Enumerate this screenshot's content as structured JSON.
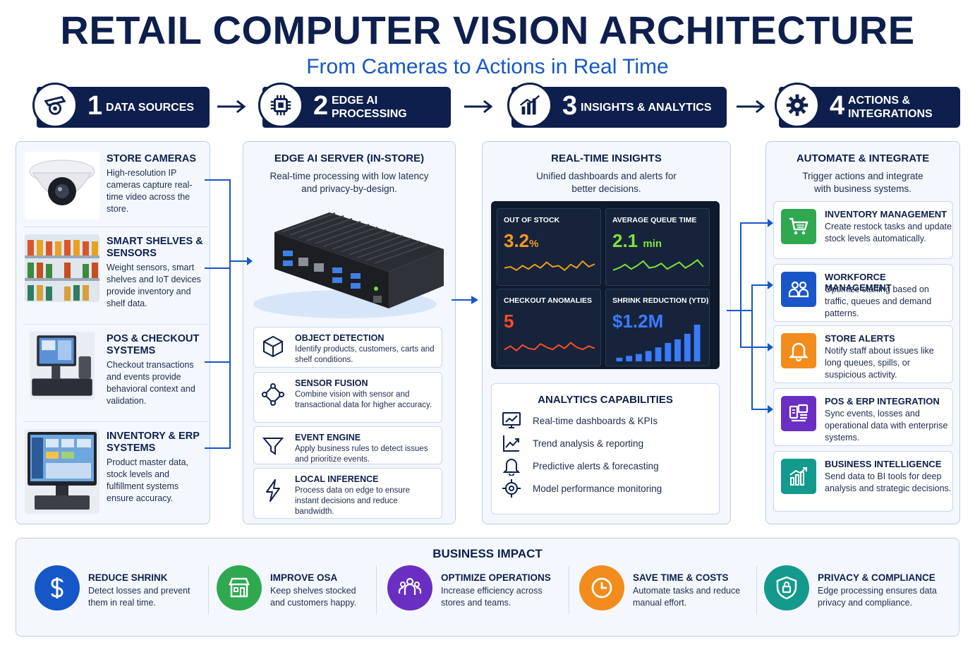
{
  "header": {
    "title": "RETAIL COMPUTER VISION ARCHITECTURE",
    "subtitle": "From Cameras to Actions in Real Time"
  },
  "steps": [
    {
      "num": "1",
      "label": "DATA SOURCES",
      "icon": "camera-icon"
    },
    {
      "num": "2",
      "label": "EDGE AI PROCESSING",
      "icon": "chip-icon"
    },
    {
      "num": "3",
      "label": "INSIGHTS & ANALYTICS",
      "icon": "bar-chart-icon"
    },
    {
      "num": "4",
      "label": "ACTIONS & INTEGRATIONS",
      "icon": "gear-icon"
    }
  ],
  "sources": [
    {
      "title": "STORE CAMERAS",
      "desc": "High-resolution IP cameras capture real-time video across the store.",
      "image": "security-camera-photo"
    },
    {
      "title": "SMART SHELVES & SENSORS",
      "desc": "Weight sensors, smart shelves and IoT devices provide inventory and shelf data.",
      "image": "store-shelves-photo"
    },
    {
      "title": "POS & CHECKOUT SYSTEMS",
      "desc": "Checkout transactions and events provide behavioral context and validation.",
      "image": "pos-terminal-photo"
    },
    {
      "title": "INVENTORY & ERP SYSTEMS",
      "desc": "Product master data, stock levels and fulfillment systems ensure accuracy.",
      "image": "erp-monitor-photo"
    }
  ],
  "edge": {
    "title": "EDGE AI SERVER (IN-STORE)",
    "subtitle": "Real-time processing with low latency and privacy-by-design.",
    "features": [
      {
        "title": "OBJECT DETECTION",
        "desc": "Identify products, customers, carts and shelf conditions.",
        "icon": "cube-icon"
      },
      {
        "title": "SENSOR FUSION",
        "desc": "Combine vision with sensor and transactional data for higher accuracy.",
        "icon": "network-icon"
      },
      {
        "title": "EVENT ENGINE",
        "desc": "Apply business rules to detect issues and prioritize events.",
        "icon": "filter-icon"
      },
      {
        "title": "LOCAL INFERENCE",
        "desc": "Process data on edge to ensure instant decisions and reduce bandwidth.",
        "icon": "lightning-icon"
      }
    ]
  },
  "insights": {
    "title": "REAL-TIME INSIGHTS",
    "subtitle": "Unified dashboards and alerts for better decisions.",
    "tiles": [
      {
        "label": "OUT OF STOCK",
        "value": "3.2",
        "unit": "%",
        "color": "#f39a1f",
        "spark": [
          0.45,
          0.5,
          0.35,
          0.55,
          0.4,
          0.6,
          0.45,
          0.7,
          0.5,
          0.55,
          0.35,
          0.6,
          0.45,
          0.75,
          0.5,
          0.62
        ]
      },
      {
        "label": "AVERAGE QUEUE TIME",
        "value": "2.1",
        "unit": "min",
        "color": "#7fe23a",
        "spark": [
          0.35,
          0.45,
          0.6,
          0.4,
          0.55,
          0.75,
          0.45,
          0.5,
          0.65,
          0.4,
          0.55,
          0.7,
          0.45,
          0.6,
          0.8,
          0.5
        ]
      },
      {
        "label": "CHECKOUT ANOMALIES",
        "value": "5",
        "unit": "",
        "color": "#ff4b2b",
        "spark": [
          0.4,
          0.55,
          0.35,
          0.6,
          0.45,
          0.4,
          0.65,
          0.5,
          0.4,
          0.6,
          0.45,
          0.7,
          0.5,
          0.4,
          0.55,
          0.45
        ]
      },
      {
        "label": "SHRINK REDUCTION (YTD)",
        "value": "$1.2M",
        "unit": "",
        "color": "#3a7bff",
        "bars": [
          0.1,
          0.15,
          0.2,
          0.28,
          0.38,
          0.5,
          0.6,
          0.75,
          1.0
        ]
      }
    ],
    "capabilities_title": "ANALYTICS CAPABILITIES",
    "capabilities": [
      {
        "label": "Real-time dashboards & KPIs",
        "icon": "monitor-chart-icon"
      },
      {
        "label": "Trend analysis & reporting",
        "icon": "trend-icon"
      },
      {
        "label": "Predictive alerts & forecasting",
        "icon": "bell-icon"
      },
      {
        "label": "Model performance monitoring",
        "icon": "target-icon"
      }
    ]
  },
  "actions": {
    "title": "AUTOMATE & INTEGRATE",
    "subtitle": "Trigger actions and integrate with business systems.",
    "items": [
      {
        "title": "INVENTORY MANAGEMENT",
        "desc": "Create restock tasks and update stock levels automatically.",
        "icon": "cart-icon",
        "color": "#2fa84f"
      },
      {
        "title": "WORKFORCE MANAGEMENT",
        "desc": "Optimize staffing based on traffic, queues and demand patterns.",
        "icon": "people-icon",
        "color": "#1a56c8"
      },
      {
        "title": "STORE ALERTS",
        "desc": "Notify staff about issues like long queues, spills, or suspicious activity.",
        "icon": "bell-icon",
        "color": "#f28c1c"
      },
      {
        "title": "POS & ERP INTEGRATION",
        "desc": "Sync events, losses and operational data with enterprise systems.",
        "icon": "pos-icon",
        "color": "#6a2fc2"
      },
      {
        "title": "BUSINESS INTELLIGENCE",
        "desc": "Send data to BI tools for deep analysis and strategic decisions.",
        "icon": "bi-chart-icon",
        "color": "#139a8c"
      }
    ]
  },
  "impact": {
    "title": "BUSINESS IMPACT",
    "items": [
      {
        "title": "REDUCE SHRINK",
        "desc": "Detect losses and prevent them in real time.",
        "icon": "dollar-icon",
        "color": "#1557c7"
      },
      {
        "title": "IMPROVE OSA",
        "desc": "Keep shelves stocked and customers happy.",
        "icon": "store-icon",
        "color": "#2fa84f"
      },
      {
        "title": "OPTIMIZE OPERATIONS",
        "desc": "Increase efficiency across stores and teams.",
        "icon": "team-icon",
        "color": "#6a2fc2"
      },
      {
        "title": "SAVE TIME & COSTS",
        "desc": "Automate tasks and reduce manual effort.",
        "icon": "clock-icon",
        "color": "#f28c1c"
      },
      {
        "title": "PRIVACY & COMPLIANCE",
        "desc": "Edge processing ensures data privacy and compliance.",
        "icon": "shield-lock-icon",
        "color": "#139a8c"
      }
    ]
  }
}
